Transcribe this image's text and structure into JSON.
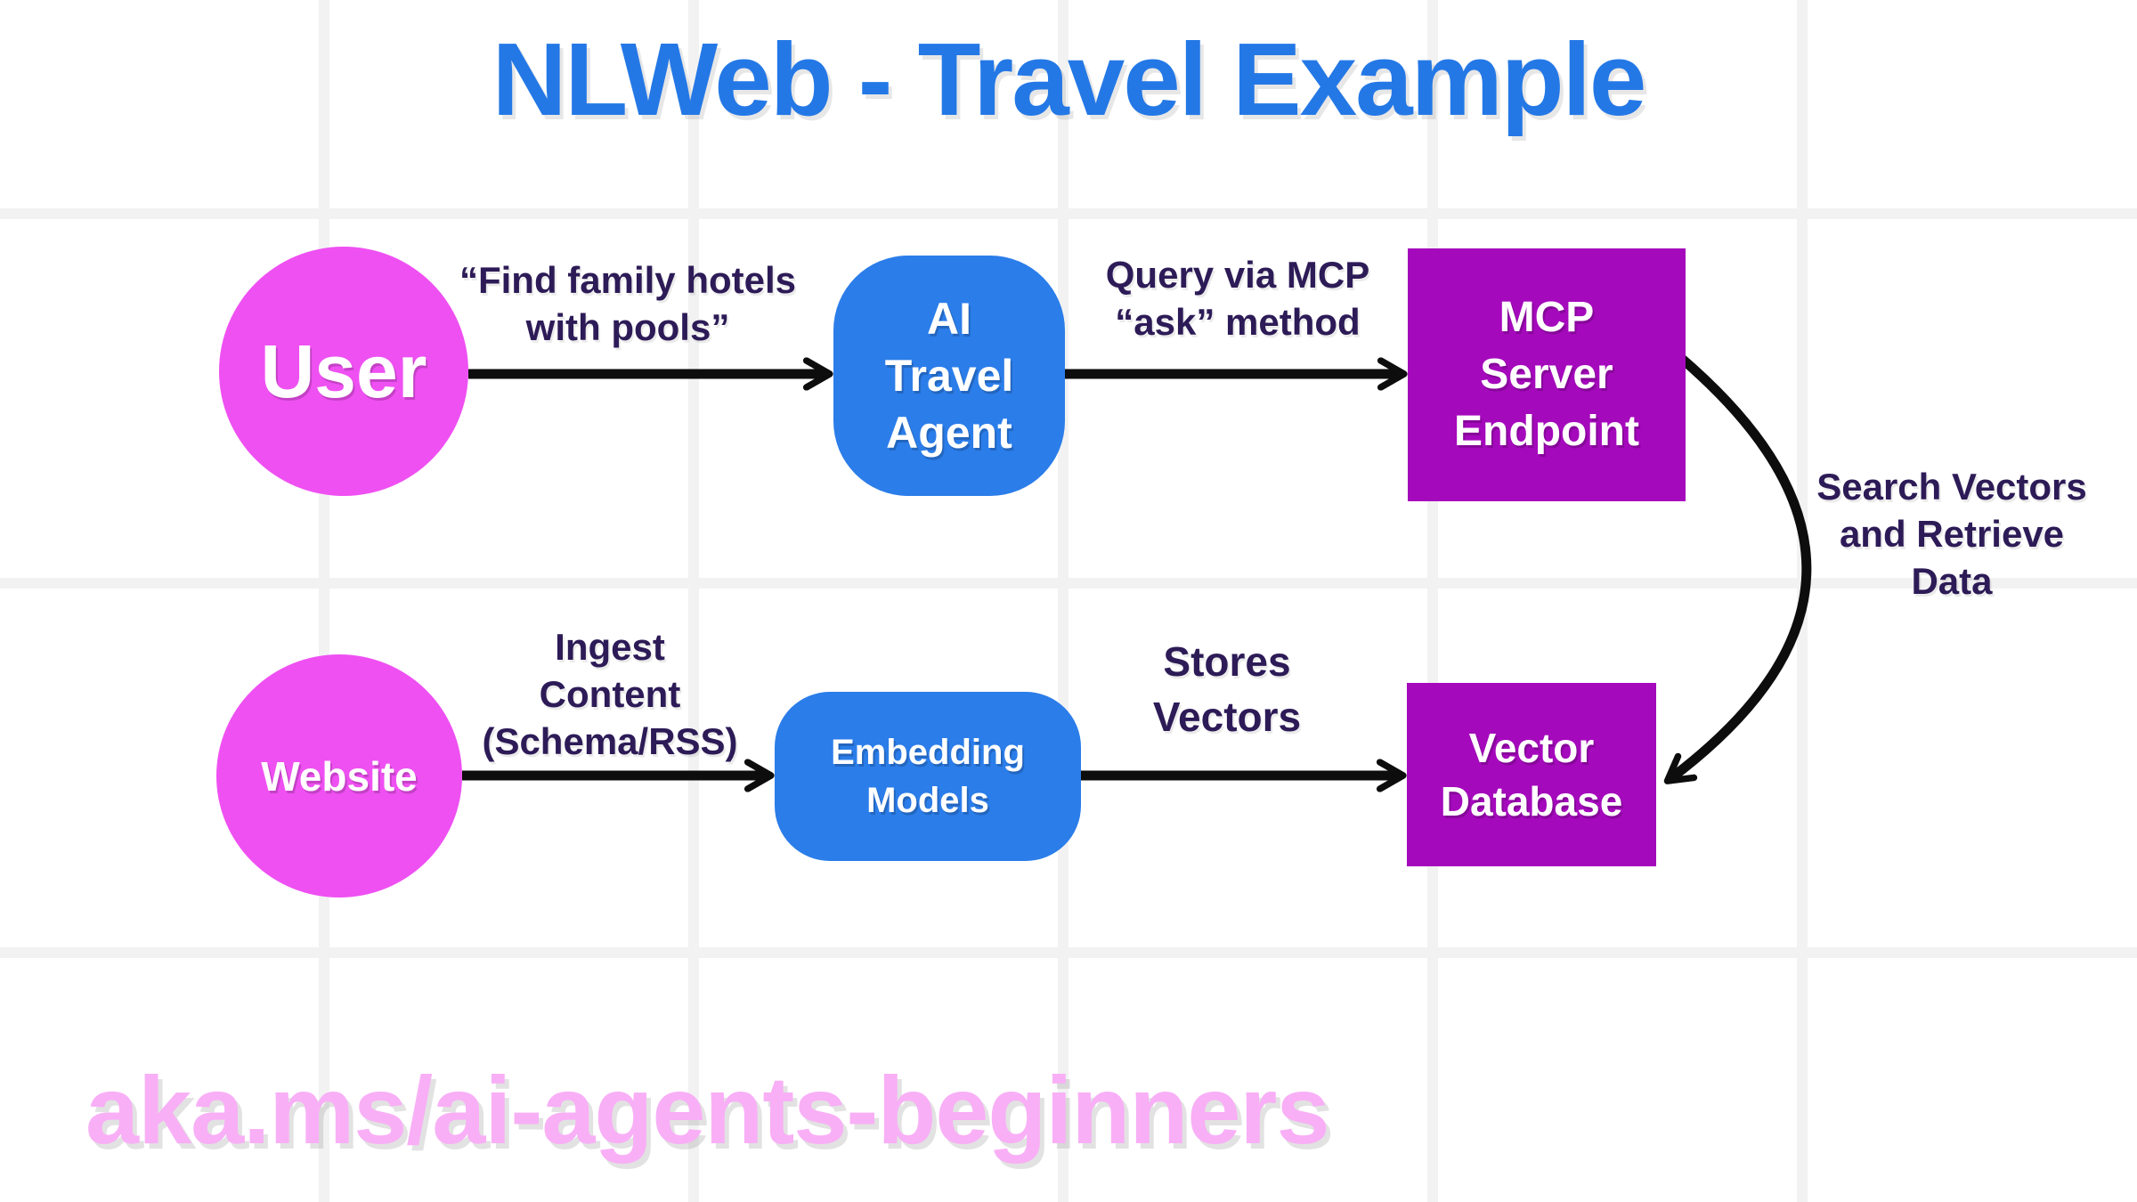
{
  "title": "NLWeb - Travel Example",
  "footer": "aka.ms/ai-agents-beginners",
  "colors": {
    "title_blue": "#2478E6",
    "node_blue": "#2B7DE9",
    "node_pink": "#EF50F2",
    "node_purple": "#A509BC",
    "label_navy": "#2D1B57",
    "footer_pink": "#F8AFF6",
    "arrow_black": "#0D0D0D",
    "grid_gray": "#F2F2F2",
    "background": "#FFFFFF"
  },
  "nodes": {
    "user": {
      "label": "User"
    },
    "website": {
      "label": "Website"
    },
    "ai_agent": {
      "lines": [
        "AI",
        "Travel",
        "Agent"
      ]
    },
    "mcp_server": {
      "lines": [
        "MCP",
        "Server",
        "Endpoint"
      ]
    },
    "embedding": {
      "lines": [
        "Embedding",
        "Models"
      ]
    },
    "vector_db": {
      "lines": [
        "Vector",
        "Database"
      ]
    }
  },
  "edge_labels": {
    "find_family": {
      "lines": [
        "“Find family hotels",
        "with pools”"
      ]
    },
    "query_mcp": {
      "lines": [
        "Query via MCP",
        "“ask” method"
      ]
    },
    "search_vectors": {
      "lines": [
        "Search Vectors",
        "and Retrieve",
        "Data"
      ]
    },
    "ingest": {
      "lines": [
        "Ingest",
        "Content",
        "(Schema/RSS)"
      ]
    },
    "stores": {
      "lines": [
        "Stores",
        "Vectors"
      ]
    }
  },
  "edges": [
    {
      "from": "user",
      "to": "ai_agent",
      "label": "find_family"
    },
    {
      "from": "ai_agent",
      "to": "mcp_server",
      "label": "query_mcp"
    },
    {
      "from": "mcp_server",
      "to": "vector_db",
      "label": "search_vectors",
      "shape": "curved"
    },
    {
      "from": "website",
      "to": "embedding",
      "label": "ingest"
    },
    {
      "from": "embedding",
      "to": "vector_db",
      "label": "stores"
    }
  ]
}
